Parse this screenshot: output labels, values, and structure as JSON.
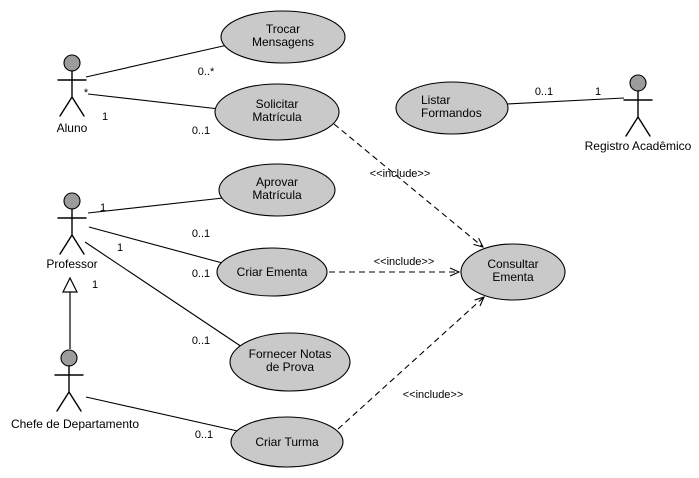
{
  "diagram": {
    "type": "uml-use-case-diagram",
    "colors": {
      "background": "#ffffff",
      "usecase_fill": "#c9c9c9",
      "actor_head_fill": "#9c9c9c",
      "stroke": "#000000"
    },
    "actors": [
      {
        "id": "aluno",
        "label": "Aluno"
      },
      {
        "id": "professor",
        "label": "Professor"
      },
      {
        "id": "chefe-de-departamento",
        "label": "Chefe de Departamento"
      },
      {
        "id": "registro-academico",
        "label": "Registro Acadêmico"
      }
    ],
    "use_cases": [
      {
        "id": "trocar-mensagens",
        "name": "Trocar Mensagens",
        "lines": [
          "Trocar",
          "Mensagens"
        ]
      },
      {
        "id": "solicitar-matricula",
        "name": "Solicitar Matrícula",
        "lines": [
          "Solicitar",
          "Matrícula"
        ]
      },
      {
        "id": "listar-formandos",
        "name": "Listar Formandos",
        "lines": [
          "Listar",
          "Formandos"
        ]
      },
      {
        "id": "aprovar-matricula",
        "name": "Aprovar Matrícula",
        "lines": [
          "Aprovar",
          "Matrícula"
        ]
      },
      {
        "id": "criar-ementa",
        "name": "Criar Ementa",
        "lines": [
          "Criar Ementa"
        ]
      },
      {
        "id": "consultar-ementa",
        "name": "Consultar Ementa",
        "lines": [
          "Consultar",
          "Ementa"
        ]
      },
      {
        "id": "fornecer-notas-de-prova",
        "name": "Fornecer Notas de Prova",
        "lines": [
          "Fornecer Notas",
          "de Prova"
        ]
      },
      {
        "id": "criar-turma",
        "name": "Criar Turma",
        "lines": [
          "Criar Turma"
        ]
      }
    ],
    "associations": [
      {
        "actor": "Aluno",
        "use_case": "Trocar Mensagens",
        "actor_mult": "*",
        "usecase_mult": "0..*"
      },
      {
        "actor": "Aluno",
        "use_case": "Solicitar Matrícula",
        "actor_mult": "1",
        "usecase_mult": "0..1"
      },
      {
        "actor": "Registro Acadêmico",
        "use_case": "Listar Formandos",
        "actor_mult": "1",
        "usecase_mult": "0..1"
      },
      {
        "actor": "Professor",
        "use_case": "Aprovar Matrícula",
        "actor_mult": "1",
        "usecase_mult": "0..1"
      },
      {
        "actor": "Professor",
        "use_case": "Criar Ementa",
        "actor_mult": "1",
        "usecase_mult": "0..1"
      },
      {
        "actor": "Professor",
        "use_case": "Fornecer Notas de Prova",
        "actor_mult": "1",
        "usecase_mult": "0..1"
      },
      {
        "actor": "Chefe de Departamento",
        "use_case": "Criar Turma",
        "usecase_mult": "0..1"
      }
    ],
    "includes": [
      {
        "from": "Solicitar Matrícula",
        "to": "Consultar Ementa",
        "label": "<<include>>"
      },
      {
        "from": "Criar Ementa",
        "to": "Consultar Ementa",
        "label": "<<include>>"
      },
      {
        "from": "Criar Turma",
        "to": "Consultar Ementa",
        "label": "<<include>>"
      }
    ],
    "generalization": {
      "from": "Chefe de Departamento",
      "to": "Professor"
    }
  }
}
